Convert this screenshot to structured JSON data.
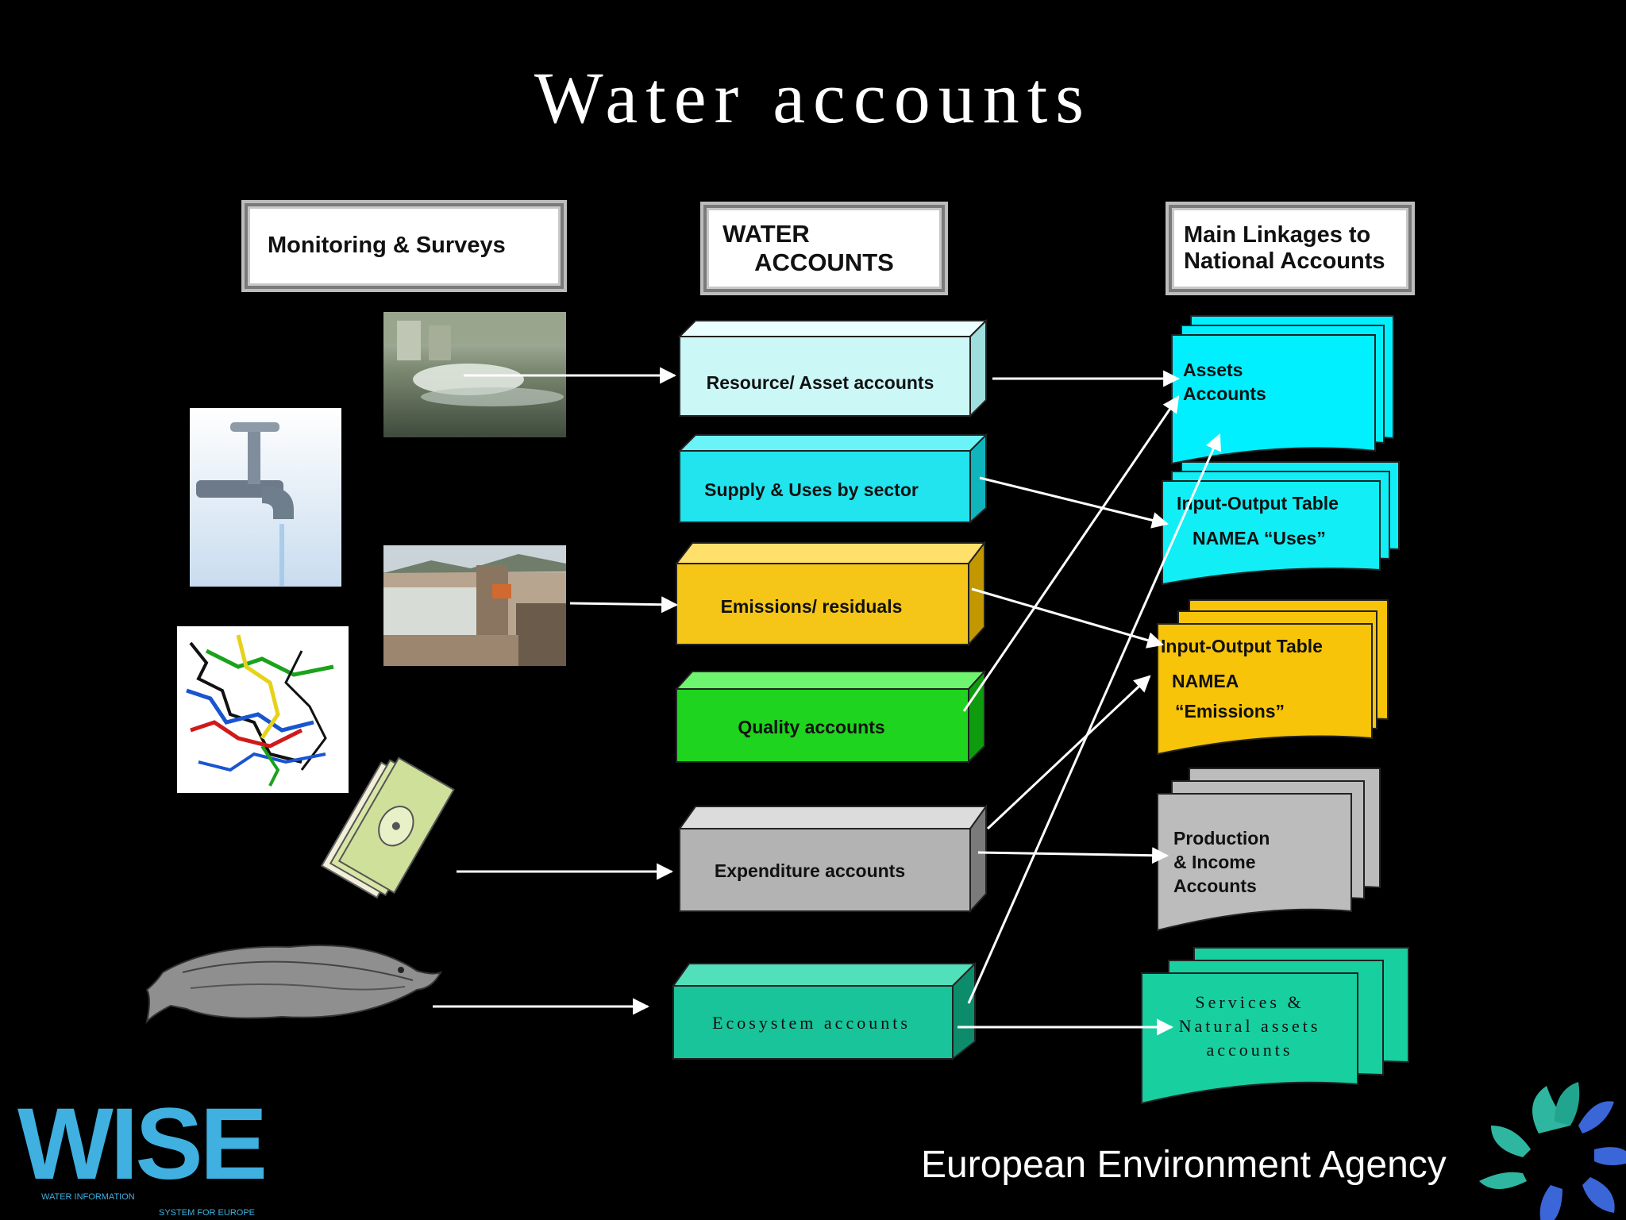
{
  "title": "Water accounts",
  "headers": {
    "monitoring": "Monitoring & Surveys",
    "water_accounts_line1": "WATER",
    "water_accounts_line2": "ACCOUNTS",
    "linkages_line1": "Main Linkages to",
    "linkages_line2": "National Accounts"
  },
  "accounts": [
    {
      "label": "Resource/ Asset accounts",
      "color": "#ccf7f7"
    },
    {
      "label": "Supply & Uses by sector",
      "color": "#22e4ee"
    },
    {
      "label": "Emissions/ residuals",
      "color": "#f5c518"
    },
    {
      "label": "Quality accounts",
      "color": "#1ed41e"
    },
    {
      "label": "Expenditure accounts",
      "color": "#b3b3b3"
    },
    {
      "label": "Ecosystem accounts",
      "color": "#19c49a"
    }
  ],
  "linkages": [
    {
      "lines": [
        "Assets",
        "Accounts"
      ],
      "color": "#00f0ff"
    },
    {
      "lines": [
        "Input-Output Table",
        "NAMEA “Uses”"
      ],
      "color": "#12eef6"
    },
    {
      "lines": [
        "Input-Output Table",
        "NAMEA",
        "“Emissions”"
      ],
      "color": "#f7c40a"
    },
    {
      "lines": [
        "Production",
        "& Income",
        "Accounts"
      ],
      "color": "#bcbcbc"
    },
    {
      "lines": [
        "Services &",
        "Natural assets",
        "accounts"
      ],
      "color": "#18cfa0"
    }
  ],
  "icons": {
    "outlet": "water-outlet-photo",
    "tap": "tap-icon",
    "treatment": "treatment-plant-photo",
    "network": "river-network-map",
    "money": "money-icon",
    "fish": "fish-icon"
  },
  "footer": {
    "agency": "European Environment Agency",
    "wise": "WISE",
    "wise_sub1": "WATER INFORMATION",
    "wise_sub2": "SYSTEM FOR EUROPE"
  }
}
